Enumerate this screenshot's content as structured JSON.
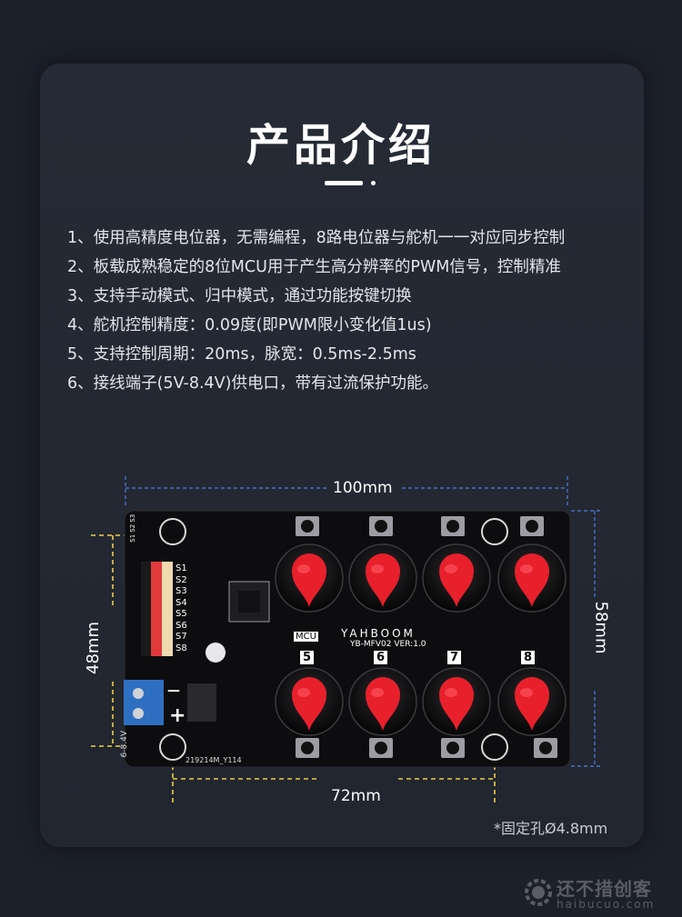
{
  "title": "产品介绍",
  "features": [
    "1、使用高精度电位器，无需编程，8路电位器与舵机一一对应同步控制",
    "2、板载成熟稳定的8位MCU用于产生高分辨率的PWM信号，控制精准",
    "3、支持手动模式、归中模式，通过功能按键切换",
    "4、舵机控制精度：0.09度(即PWM限小变化值1us)",
    "5、支持控制周期：20ms，脉宽：0.5ms-2.5ms",
    "6、接线端子(5V-8.4V)供电口，带有过流保护功能。"
  ],
  "dimensions": {
    "top_width": "100mm",
    "right_height": "58mm",
    "left_height": "48mm",
    "bottom_width": "72mm"
  },
  "note": "*固定孔Ø4.8mm",
  "board": {
    "brand": "YAHBOOM",
    "model": "YB-MFV02",
    "version": "VER:1.0",
    "mcu_label": "MCU",
    "serial": "219214M_Y114",
    "voltage": "6-8.4V",
    "plus": "+",
    "minus": "—",
    "channels": [
      "S1",
      "S2",
      "S3",
      "S4",
      "S5",
      "S6",
      "S7",
      "S8"
    ],
    "knob_numbers": [
      "5",
      "6",
      "7",
      "8"
    ],
    "top_silk": [
      "S1",
      "S2",
      "S3"
    ]
  },
  "watermark": {
    "name": "还不措创客",
    "url": "haibucuo.com"
  },
  "colors": {
    "background": "#1c202b",
    "card": "#252935",
    "pcb": "#0d0d0f",
    "knob": "#e8202b",
    "dimension_blue": "#4d7fe0",
    "dimension_yellow": "#e8d14a"
  }
}
